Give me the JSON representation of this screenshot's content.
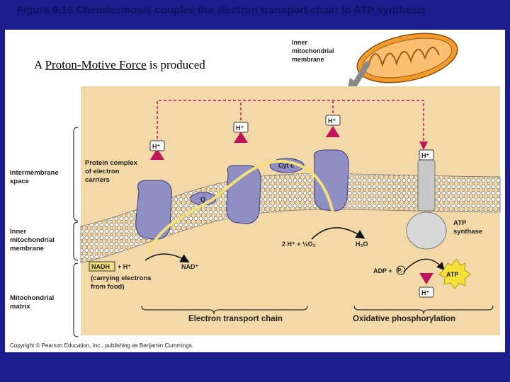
{
  "slide": {
    "title": "Figure 9.16 Chemiosmosis couples the electron transport chain to ATP synthesis",
    "subtitle_prefix": "A",
    "subtitle_emphasis": "Proton-Motive Force",
    "subtitle_suffix": "is produced"
  },
  "figure": {
    "inner_membrane_label": [
      "Inner",
      "mitochondrial",
      "membrane"
    ],
    "side_labels": {
      "intermembrane": [
        "Intermembrane",
        "space"
      ],
      "inner_membrane": [
        "Inner",
        "mitochondrial",
        "membrane"
      ],
      "matrix": [
        "Mitochondrial",
        "matrix"
      ]
    },
    "protein_complex_label": [
      "Protein complex",
      "of electron",
      "carriers"
    ],
    "h_plus": "H⁺",
    "cyt_c": "Cyt c",
    "q": "Q",
    "nadh": "NADH",
    "nadh_plus": "+ H⁺",
    "nad": "NAD⁺",
    "carrying_electrons": [
      "(carrying electrons",
      "from food)"
    ],
    "water_reaction": "2 H⁺ + ½O₂",
    "water": "H₂O",
    "atp_synthase": [
      "ATP",
      "synthase"
    ],
    "adp": "ADP +",
    "pi": "Pᵢ",
    "atp": "ATP",
    "electron_transport_chain": "Electron transport chain",
    "oxidative_phosphorylation": "Oxidative phosphorylation",
    "copyright": "Copyright © Pearson Education, Inc., publishing as Benjamin Cummings."
  },
  "colors": {
    "background": "#1c1c8c",
    "membrane_band": "#f4d9a8",
    "protein": "#8f8fc4",
    "proton_arrow": "#c0145a",
    "electron_path": "#f3e07a",
    "mitochondrion": "#f29a2a"
  }
}
